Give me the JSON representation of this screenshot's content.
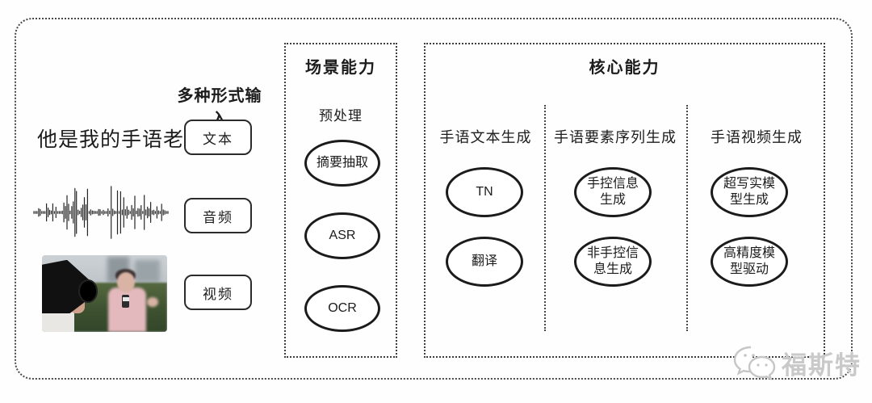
{
  "input_section": {
    "title": "多种形式输入",
    "sample_text": "他是我的手语老师",
    "items": [
      {
        "label": "文本"
      },
      {
        "label": "音频"
      },
      {
        "label": "视频"
      }
    ]
  },
  "scene_box": {
    "title": "场景能力",
    "subtitle": "预处理",
    "nodes": [
      "摘要抽取",
      "ASR",
      "OCR"
    ]
  },
  "core_box": {
    "title": "核心能力",
    "columns": [
      {
        "header": "手语文本生成",
        "nodes": [
          "TN",
          "翻译"
        ]
      },
      {
        "header": "手语要素序列生成",
        "nodes": [
          "手控信息生成",
          "非手控信息生成"
        ]
      },
      {
        "header": "手语视频生成",
        "nodes": [
          "超写实模型生成",
          "高精度模型驱动"
        ]
      }
    ]
  },
  "watermark": {
    "text": "福斯特",
    "logo": "chat-bubbles-icon"
  },
  "colors": {
    "ink": "#1b1b1b",
    "dotted_border": "#4a4a4a",
    "watermark_gray": "#c9c9c9",
    "background": "#fefefe"
  }
}
